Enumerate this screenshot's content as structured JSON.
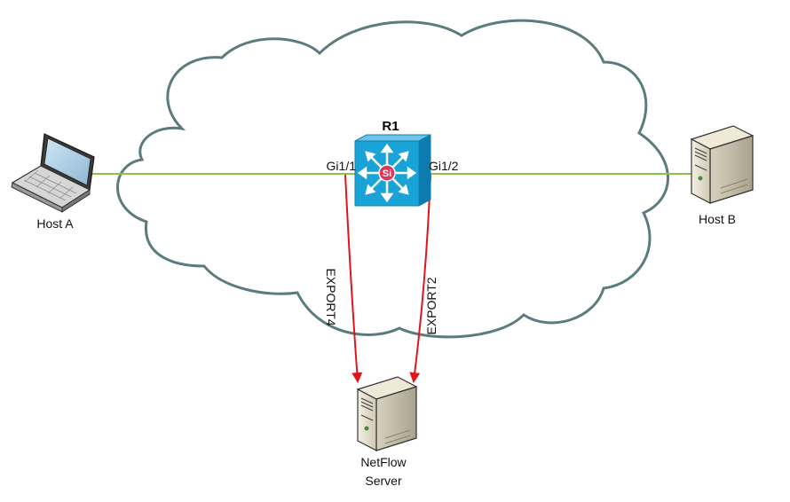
{
  "router": {
    "name": "R1",
    "icon": "layer3-switch-icon",
    "badge": "Si",
    "color": "#1aa3d6"
  },
  "interfaces": {
    "left": "Gi1/1",
    "right": "Gi1/2"
  },
  "hosts": {
    "host_a": {
      "label": "Host A",
      "icon": "laptop-icon"
    },
    "host_b": {
      "label": "Host B",
      "icon": "server-icon"
    }
  },
  "collector": {
    "label_line1": "NetFlow",
    "label_line2": "Server",
    "icon": "server-icon"
  },
  "exports": {
    "left": "EXPORT4",
    "right": "EXPORT2"
  },
  "colors": {
    "traffic": "#8cc152",
    "export": "#e0141b",
    "cloud_stroke": "#5b7c7d",
    "cloud_fill": "#ffffff"
  }
}
